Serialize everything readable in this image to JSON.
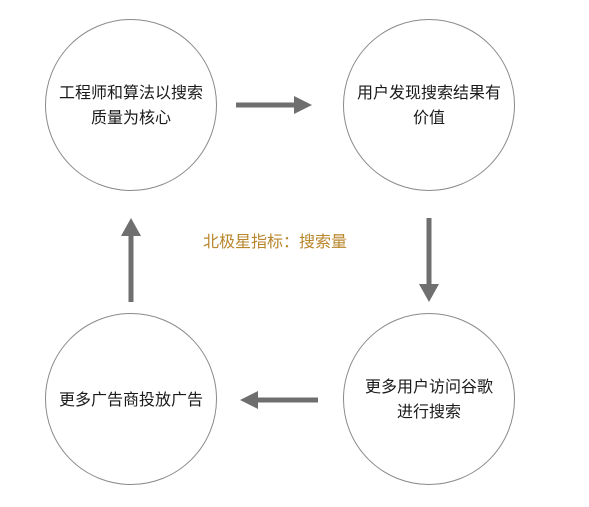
{
  "diagram": {
    "nodes": [
      {
        "id": "n1",
        "label": "工程师和算法以搜索质量为核心"
      },
      {
        "id": "n2",
        "label": "用户发现搜索结果有价值"
      },
      {
        "id": "n3",
        "label": "更多用户访问谷歌进行搜索"
      },
      {
        "id": "n4",
        "label": "更多广告商投放广告"
      }
    ],
    "center_label": "北极星指标：搜索量",
    "edges": [
      {
        "from": "n1",
        "to": "n2"
      },
      {
        "from": "n2",
        "to": "n3"
      },
      {
        "from": "n3",
        "to": "n4"
      },
      {
        "from": "n4",
        "to": "n1"
      }
    ],
    "colors": {
      "node_border": "#8a8a8a",
      "arrow": "#6f6f6f",
      "center_label": "#b8862b",
      "text": "#1a1a1a"
    }
  }
}
